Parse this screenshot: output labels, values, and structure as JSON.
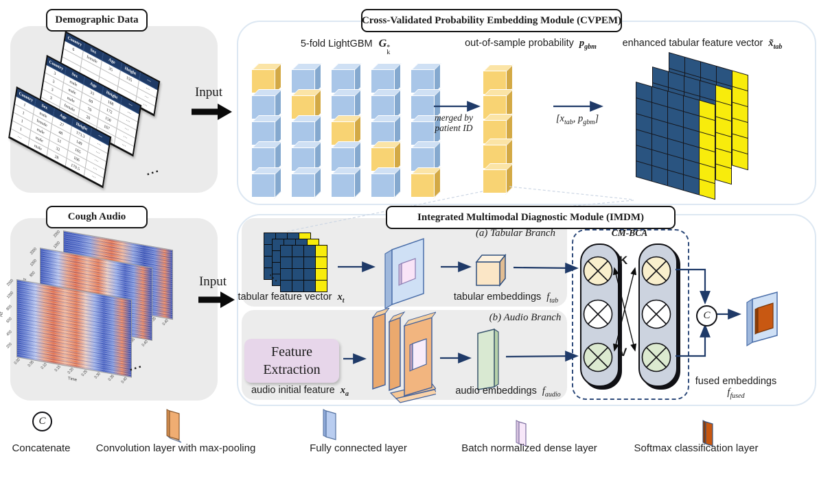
{
  "demographic": {
    "title": "Demographic Data",
    "columns": [
      "Country",
      "Sex",
      "Age",
      "Height",
      "⋯"
    ],
    "tables": [
      {
        "rows": [
          [
            "6",
            "female",
            "35",
            "155",
            "⋯"
          ],
          [
            "",
            "",
            "",
            "",
            "⋯"
          ],
          [
            "",
            "",
            "",
            "",
            "⋯"
          ]
        ]
      },
      {
        "rows": [
          [
            "3",
            "male",
            "33",
            "168",
            "⋯"
          ],
          [
            "3",
            "male",
            "69",
            "172",
            "⋯"
          ],
          [
            "3",
            "male",
            "70",
            "150",
            "⋯"
          ],
          [
            "3",
            "female",
            "20",
            "167",
            "⋯"
          ],
          [
            "",
            "",
            "",
            "",
            "⋯"
          ]
        ]
      },
      {
        "rows": [
          [
            "1",
            "male",
            "27",
            "173.3",
            "⋯"
          ],
          [
            "1",
            "female",
            "48",
            "149",
            "⋯"
          ],
          [
            "1",
            "male",
            "51",
            "165",
            "⋯"
          ],
          [
            "1",
            "male",
            "32",
            "166",
            "⋯"
          ],
          [
            "⋯",
            "male",
            "28",
            "170.5",
            "⋯"
          ]
        ]
      }
    ],
    "dots": "..."
  },
  "cough": {
    "title": "Cough Audio",
    "hz_label": "Hz",
    "time_label": "Time",
    "freq_ticks": [
      "2000",
      "1000",
      "800",
      "600",
      "400",
      "200"
    ],
    "time_ticks": [
      "0.00",
      "0.05",
      "0.10",
      "0.15",
      "0.20",
      "0.25",
      "0.30",
      "0.35",
      "0.40"
    ],
    "dots": "..."
  },
  "inputs": {
    "top": "Input",
    "bottom": "Input"
  },
  "cvpem": {
    "title": "Cross-Validated Probability Embedding Module (CVPEM)",
    "fold": {
      "prefix": "5-fold LightGBM",
      "g": "G",
      "sup": "*",
      "sub": "k"
    },
    "fold_yellow": [
      0,
      1,
      2,
      3,
      4
    ],
    "prob": {
      "prefix": "out-of-sample probability",
      "p": "p",
      "sub": "gbm"
    },
    "prob_cells": 5,
    "enhanced": {
      "prefix": "enhanced tabular feature vector",
      "x": "x̃",
      "sub": "tab"
    },
    "grid": {
      "rows": 6,
      "cols": 5,
      "panels": 3
    },
    "merge_note": {
      "line1": "merged by",
      "line2": "patient ID"
    },
    "concat_label": {
      "open": "[",
      "x": "x",
      "xsub": "tab",
      "comma": ", ",
      "p": "p",
      "psub": "gbm",
      "close": "]"
    },
    "dots": "..."
  },
  "imdm": {
    "title": "Integrated Multimodal Diagnostic Module (IMDM)",
    "tabular": {
      "caption": "(a) Tabular Branch",
      "vec": {
        "prefix": "tabular feature vector",
        "x": "x",
        "sub": "t"
      },
      "emb": {
        "prefix": "tabular embeddings",
        "f": "f",
        "sub": "tab"
      },
      "dots": "⋱"
    },
    "xt_grid": {
      "rows": 4,
      "cols": 4,
      "layers": 3
    },
    "audio": {
      "caption": "(b) Audio Branch",
      "box_line1": "Feature",
      "box_line2": "Extraction",
      "init": {
        "prefix": "audio initial feature",
        "x": "x",
        "sub": "a"
      },
      "emb": {
        "prefix": "audio embeddings",
        "f": "f",
        "sub": "audio"
      }
    },
    "cmbca": {
      "title": "CM-BCA",
      "k": "K",
      "v": "V",
      "c": "C"
    },
    "fused": {
      "line1": "fused embeddings",
      "f": "f",
      "sub": "fused"
    }
  },
  "legend": {
    "items": [
      {
        "label": "Concatenate",
        "symbol": "C"
      },
      {
        "label": "Convolution layer with max-pooling"
      },
      {
        "label": "Fully connected layer"
      },
      {
        "label": "Batch normalized dense layer"
      },
      {
        "label": "Softmax classification layer"
      }
    ]
  }
}
